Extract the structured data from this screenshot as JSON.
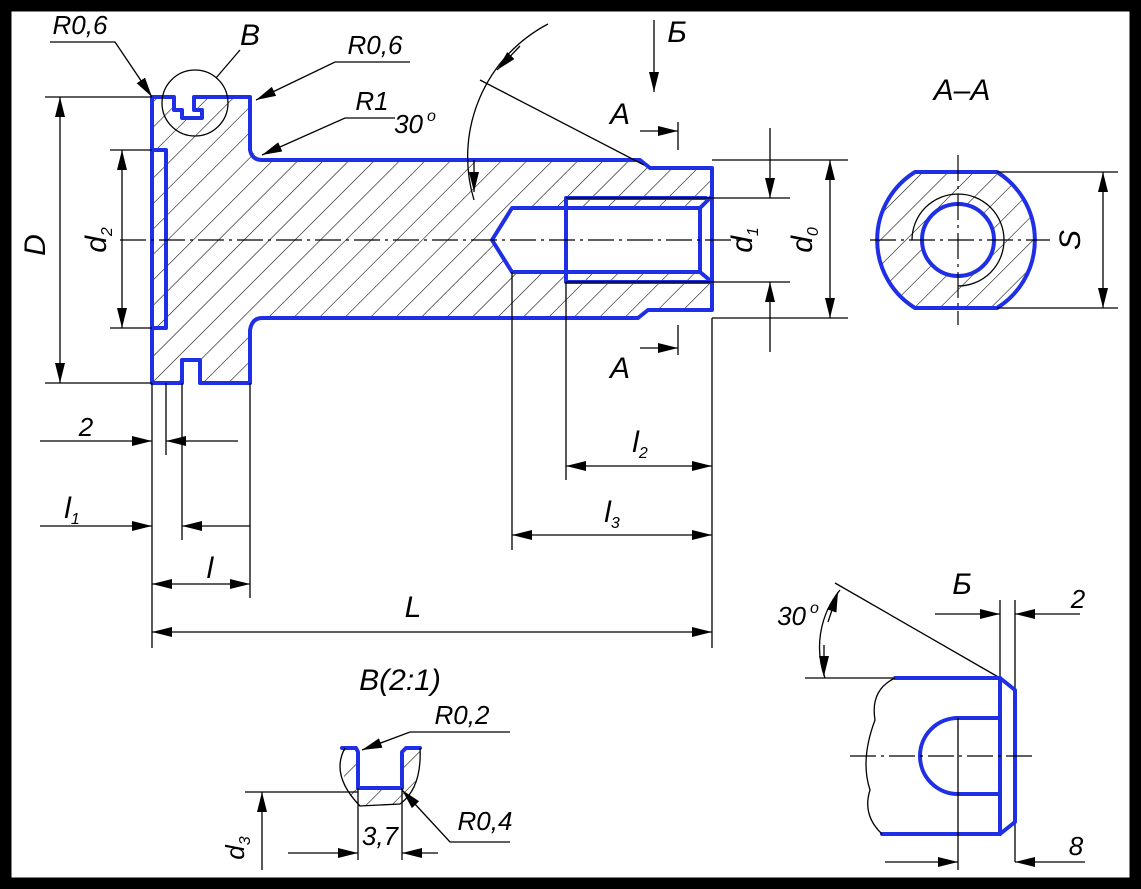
{
  "drawing": {
    "radius_top_left": "R0,6",
    "detail_callout": "В",
    "radius_top_mid": "R0,6",
    "radius_fillet": "R1",
    "chamfer_angle": "30",
    "degree_mark": "o",
    "view_arrow": "Б",
    "section_mark_top": "А",
    "section_mark_bottom": "А",
    "section_title": "А–А",
    "dims": {
      "D": "D",
      "d2": "d",
      "d2_sub": "2",
      "d1": "d",
      "d1_sub": "1",
      "d0": "d",
      "d0_sub": "0",
      "S": "S",
      "groove": "2",
      "l1": "l",
      "l1_sub": "1",
      "l": "l",
      "l2": "l",
      "l2_sub": "2",
      "l3": "l",
      "l3_sub": "3",
      "L": "L"
    },
    "detail_view": {
      "title": "В(2:1)",
      "radius_a": "R0,2",
      "radius_b": "R0,4",
      "width": "3,7",
      "d3": "d",
      "d3_sub": "3"
    },
    "view_b": {
      "angle": "30",
      "degree_mark": "o",
      "label": "Б",
      "dim_top": "2",
      "dim_bottom": "8"
    }
  }
}
